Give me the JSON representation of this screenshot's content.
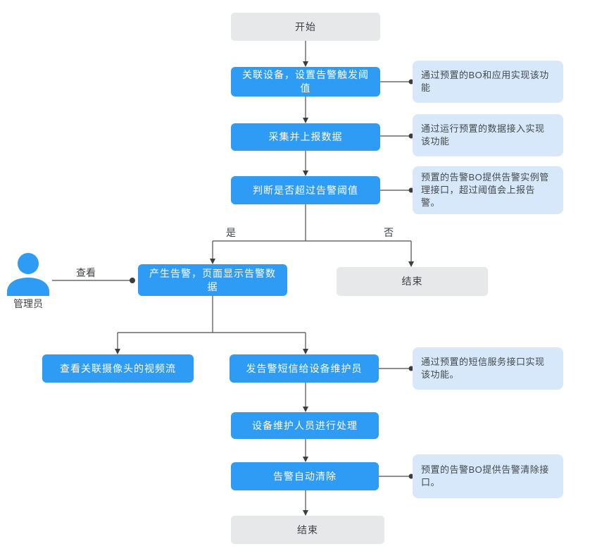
{
  "flow": {
    "start": "开始",
    "step_associate": "关联设备，设置告警触发阈值",
    "step_collect": "采集并上报数据",
    "step_judge": "判断是否超过告警阈值",
    "branch_yes": "是",
    "branch_no": "否",
    "step_generate": "产生告警，页面显示告警数据",
    "end_branch": "结束",
    "step_stream": "查看关联摄像头的视频流",
    "step_sms": "发告警短信给设备维护员",
    "step_handle": "设备维护人员进行处理",
    "step_clear": "告警自动清除",
    "end_final": "结束"
  },
  "actor": {
    "name": "管理员",
    "action": "查看"
  },
  "annotations": {
    "preset_bo_app": "通过预置的BO和应用实现该功能",
    "preset_data_access": "通过运行预置的数据接入实现该功能",
    "alarm_bo_instance": "预置的告警BO提供告警实例管理接口，超过阈值会上报告警。",
    "sms_service": "通过预置的短信服务接口实现该功能。",
    "alarm_bo_clear": "预置的告警BO提供告警清除接口。"
  },
  "colors": {
    "process_node": "#2E9BF5",
    "terminal_node": "#E7E8EA",
    "annotation_box": "#D6E8FA",
    "connector_line": "#4D4D4D"
  }
}
